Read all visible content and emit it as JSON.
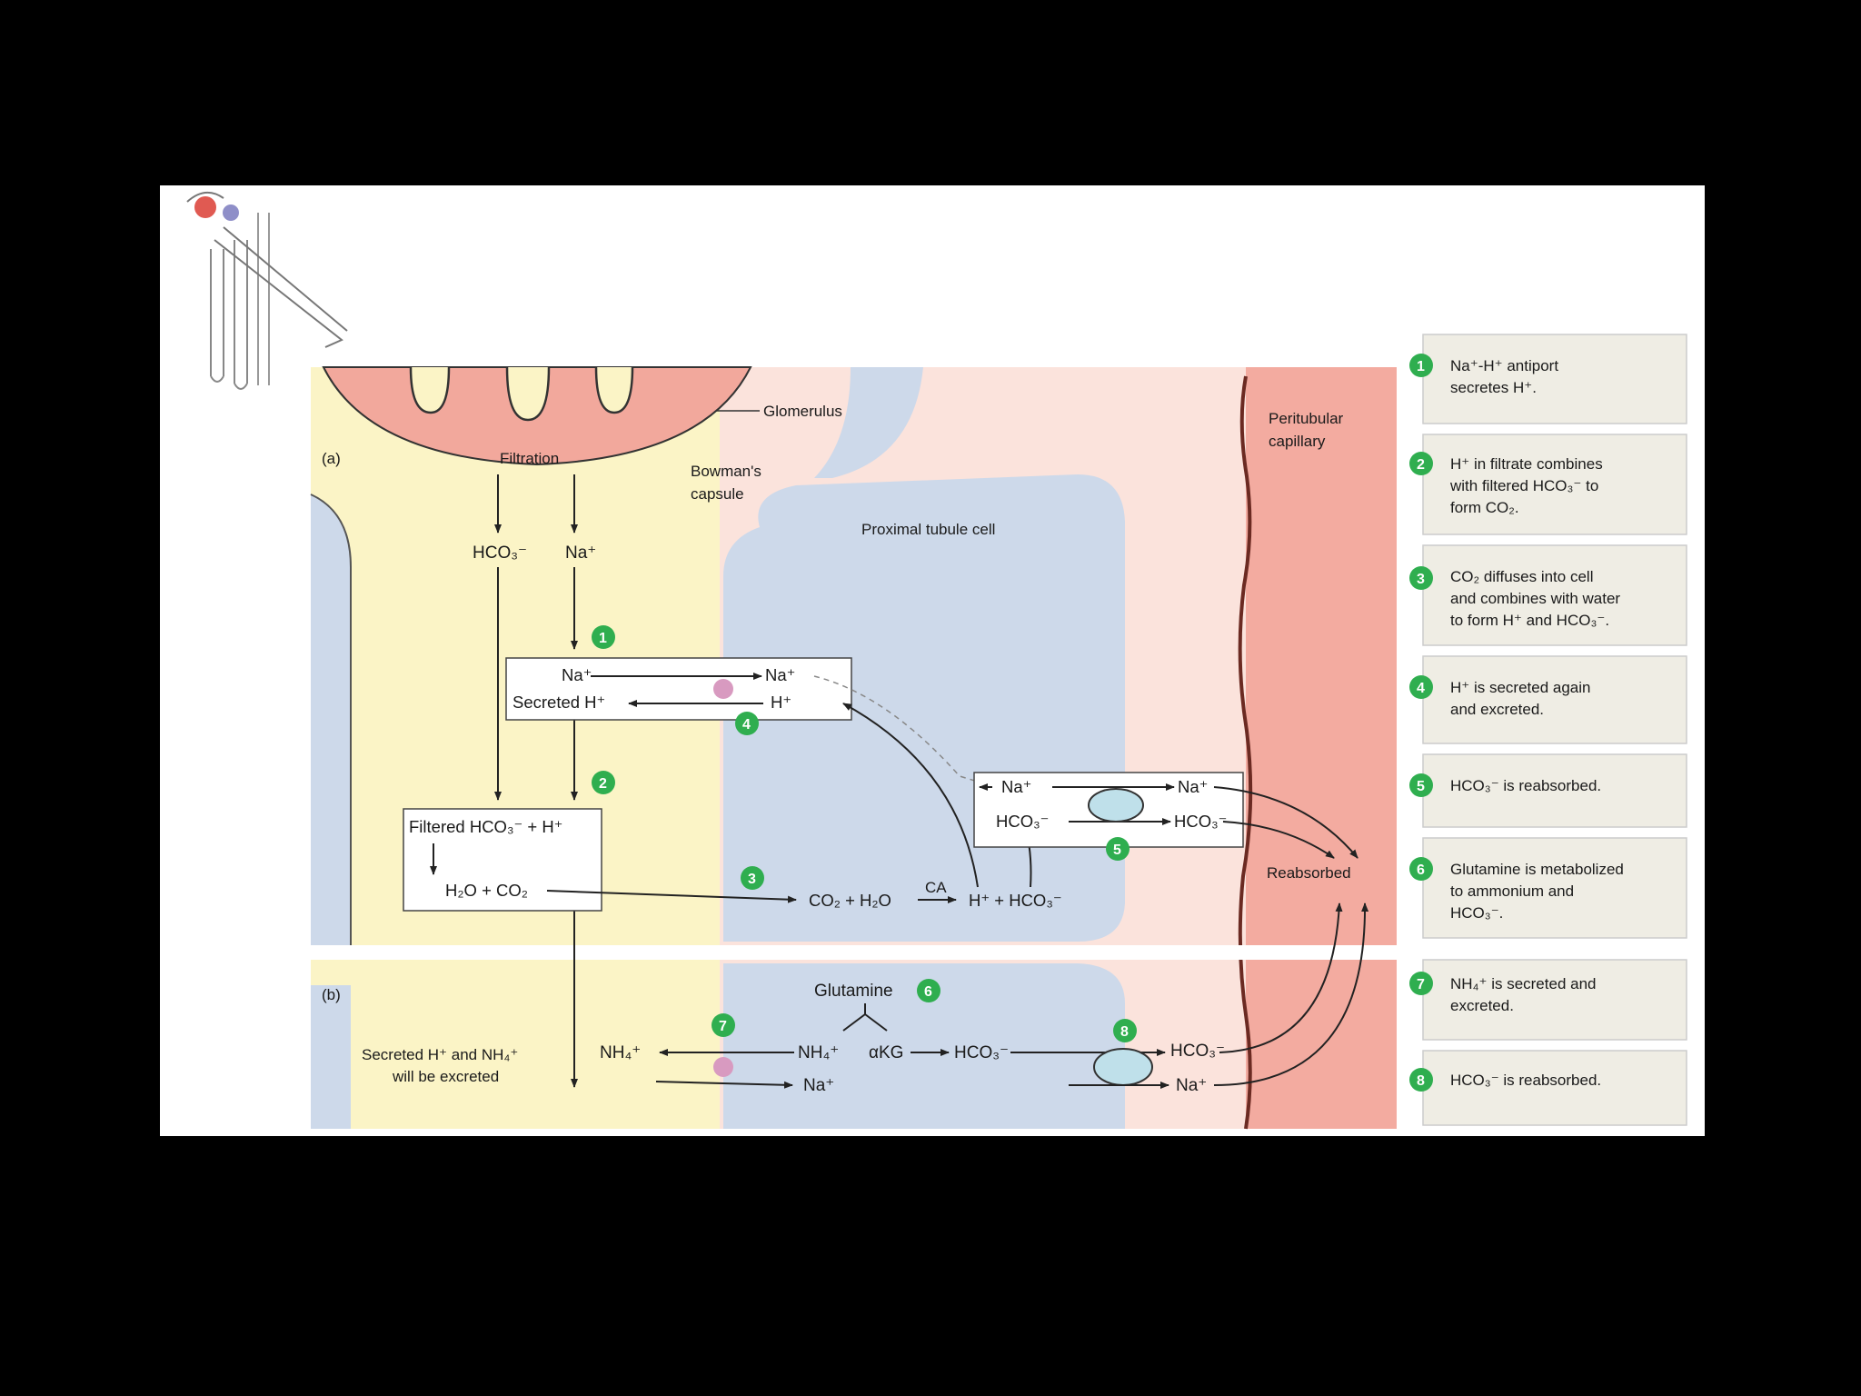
{
  "diagram": {
    "panel_a_label": "(a)",
    "panel_b_label": "(b)",
    "glomerulus": "Glomerulus",
    "filtration": "Filtration",
    "bowmans_capsule": [
      "Bowman's",
      "capsule"
    ],
    "proximal_tubule_cell": "Proximal tubule cell",
    "peritubular_capillary": [
      "Peritubular",
      "capillary"
    ],
    "reabsorbed": "Reabsorbed",
    "filtrate_hco3": "HCO₃⁻",
    "filtrate_na": "Na⁺",
    "antiport_na_left": "Na⁺",
    "antiport_na_right": "Na⁺",
    "secreted_h": "Secreted H⁺",
    "antiport_h": "H⁺",
    "filtered_hco3_h": "Filtered HCO₃⁻ + H⁺",
    "h2o_co2": "H₂O + CO₂",
    "cell_reaction_left": "CO₂ + H₂O",
    "ca_label": "CA",
    "cell_reaction_right": "H⁺ + HCO₃⁻",
    "basolateral_na_left": "Na⁺",
    "basolateral_na_right": "Na⁺",
    "basolateral_hco3_left": "HCO₃⁻",
    "basolateral_hco3_right": "HCO₃⁻",
    "glutamine": "Glutamine",
    "nh4_lumen": "NH₄⁺",
    "nh4_cell": "NH₄⁺",
    "akg": "αKG",
    "hco3_cell_b": "HCO₃⁻",
    "hco3_out_b": "HCO₃⁻",
    "na_cell_b": "Na⁺",
    "na_out_b": "Na⁺",
    "excreted_note": [
      "Secreted H⁺ and NH₄⁺",
      "will be excreted"
    ]
  },
  "steps": [
    {
      "num": "1",
      "lines": [
        "Na⁺-H⁺ antiport",
        "secretes H⁺."
      ]
    },
    {
      "num": "2",
      "lines": [
        "H⁺ in filtrate combines",
        "with filtered HCO₃⁻ to",
        "form CO₂."
      ]
    },
    {
      "num": "3",
      "lines": [
        "CO₂ diffuses into cell",
        "and combines with water",
        "to form H⁺ and HCO₃⁻."
      ]
    },
    {
      "num": "4",
      "lines": [
        "H⁺ is secreted again",
        "and excreted."
      ]
    },
    {
      "num": "5",
      "lines": [
        "HCO₃⁻ is reabsorbed."
      ]
    },
    {
      "num": "6",
      "lines": [
        "Glutamine is metabolized",
        "to ammonium and",
        "HCO₃⁻."
      ]
    },
    {
      "num": "7",
      "lines": [
        "NH₄⁺ is secreted and",
        "excreted."
      ]
    },
    {
      "num": "8",
      "lines": [
        "HCO₃⁻ is reabsorbed."
      ]
    }
  ],
  "colors": {
    "filtrate": "#fbf4c6",
    "cell": "#cdd9ea",
    "interstitial": "#fbe3dc",
    "capillary": "#f3aba0",
    "glomerulus": "#f2a89c",
    "step_green": "#2fae4f"
  }
}
